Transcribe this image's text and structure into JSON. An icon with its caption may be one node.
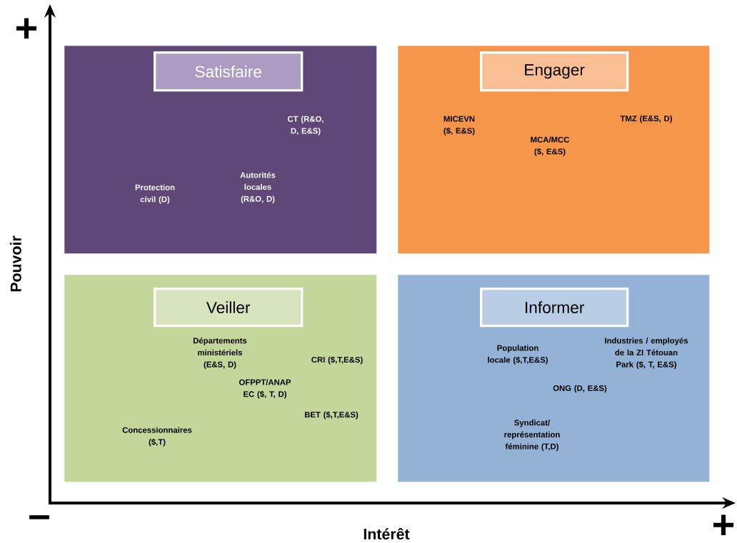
{
  "diagram": {
    "nodes": [
      {
        "text": [
          "CT (R&O, D, E&S)",
          "Protection civil (D)",
          "Autorités locales (R&O, D)"
        ]
      },
      {
        "text": [
          "Satisfaire"
        ],
        "in": 0
      },
      {
        "text": [
          "MICEVN ($, E&S)",
          "TMZ (E&S, D)",
          "MCA/MCC ($, E&S)"
        ]
      },
      {
        "text": [
          "Engager"
        ],
        "in": 2
      },
      {
        "text": [
          "Départements ministériels (E&S, D)",
          "CRI ($,T,E&S)",
          "OFPPT/ANAP EC ($, T, D)",
          "BET ($,T,E&S)",
          "Concessionnaires ($,T)"
        ]
      },
      {
        "text": [
          "Veiller"
        ],
        "in": 4
      },
      {
        "text": [
          "Population locale ($,T,E&S)",
          "Industries / employés de la ZI Tétouan Park ($, T, E&S)",
          "ONG (D, E&S)",
          "Syndicat/ représentation féminine (T,D)"
        ]
      },
      {
        "text": [
          "Informer"
        ],
        "in": 6
      }
    ],
    "labels": [
      "+",
      "Pouvoir",
      "–",
      "Intérêt",
      "+"
    ]
  }
}
